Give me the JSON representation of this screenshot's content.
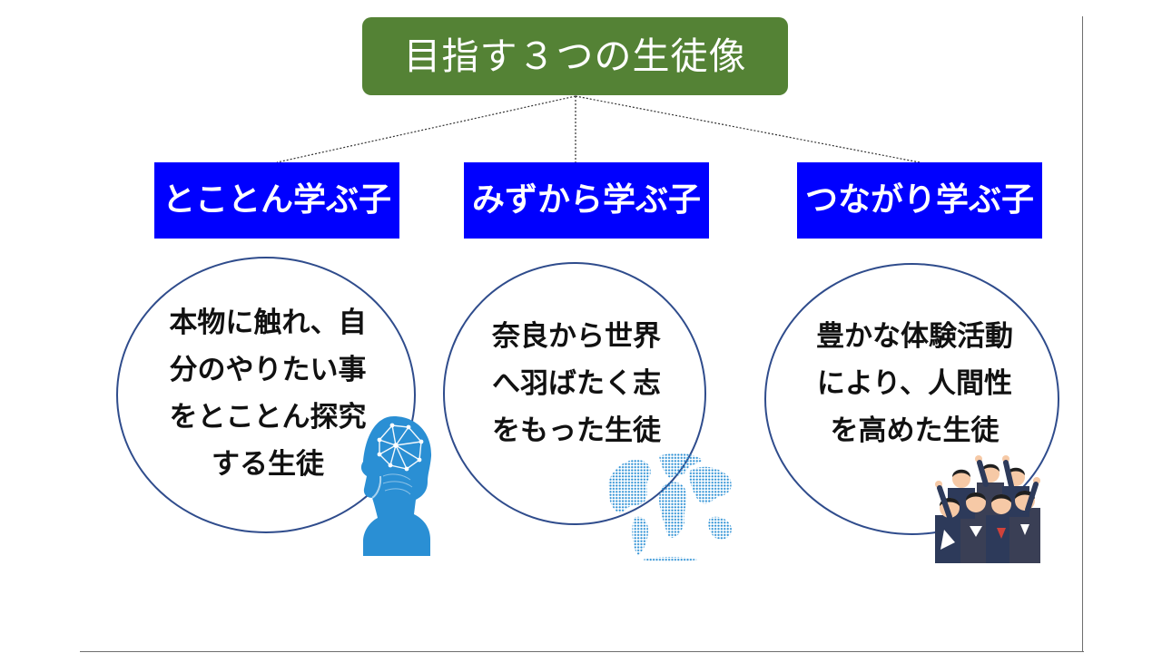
{
  "title": "目指す３つの生徒像",
  "categories": [
    {
      "label": "とことん学ぶ子",
      "lines": [
        "本物に触れ、自",
        "分のやりたい事",
        "をとことん探究",
        "する生徒"
      ]
    },
    {
      "label": "みずから学ぶ子",
      "lines": [
        "奈良から世界",
        "へ羽ばたく志",
        "をもった生徒"
      ]
    },
    {
      "label": "つながり学ぶ子",
      "lines": [
        "豊かな体験活動",
        "により、人間性",
        "を高めた生徒"
      ]
    }
  ],
  "icons": [
    "head-ai-icon",
    "globe-icon",
    "students-cheering-icon"
  ],
  "colors": {
    "title_bg": "#548235",
    "category_bg": "#0000ff",
    "bubble_border": "#2f4c8c",
    "illustration": "#2a8fd4"
  }
}
